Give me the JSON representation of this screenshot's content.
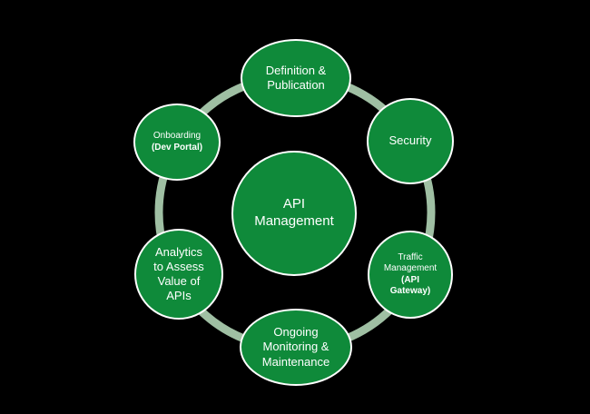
{
  "colors": {
    "background": "#000000",
    "node_fill": "#0f8a3a",
    "node_border": "#ffffff",
    "ring": "#9fbfa3",
    "text": "#ffffff"
  },
  "center": {
    "line1": "API",
    "line2": "Management"
  },
  "nodes": {
    "top": {
      "line1": "Definition &",
      "line2": "Publication"
    },
    "right_top": {
      "line1": "Security"
    },
    "right_bottom": {
      "line1": "Traffic",
      "line2": "Management",
      "bold1": "(API",
      "bold2": "Gateway)"
    },
    "bottom": {
      "line1": "Ongoing",
      "line2": "Monitoring &",
      "line3": "Maintenance"
    },
    "left_bottom": {
      "line1": "Analytics",
      "line2": "to Assess",
      "line3": "Value of",
      "line4": "APIs"
    },
    "left_top": {
      "line1": "Onboarding",
      "bold1": "(Dev Portal)"
    }
  }
}
